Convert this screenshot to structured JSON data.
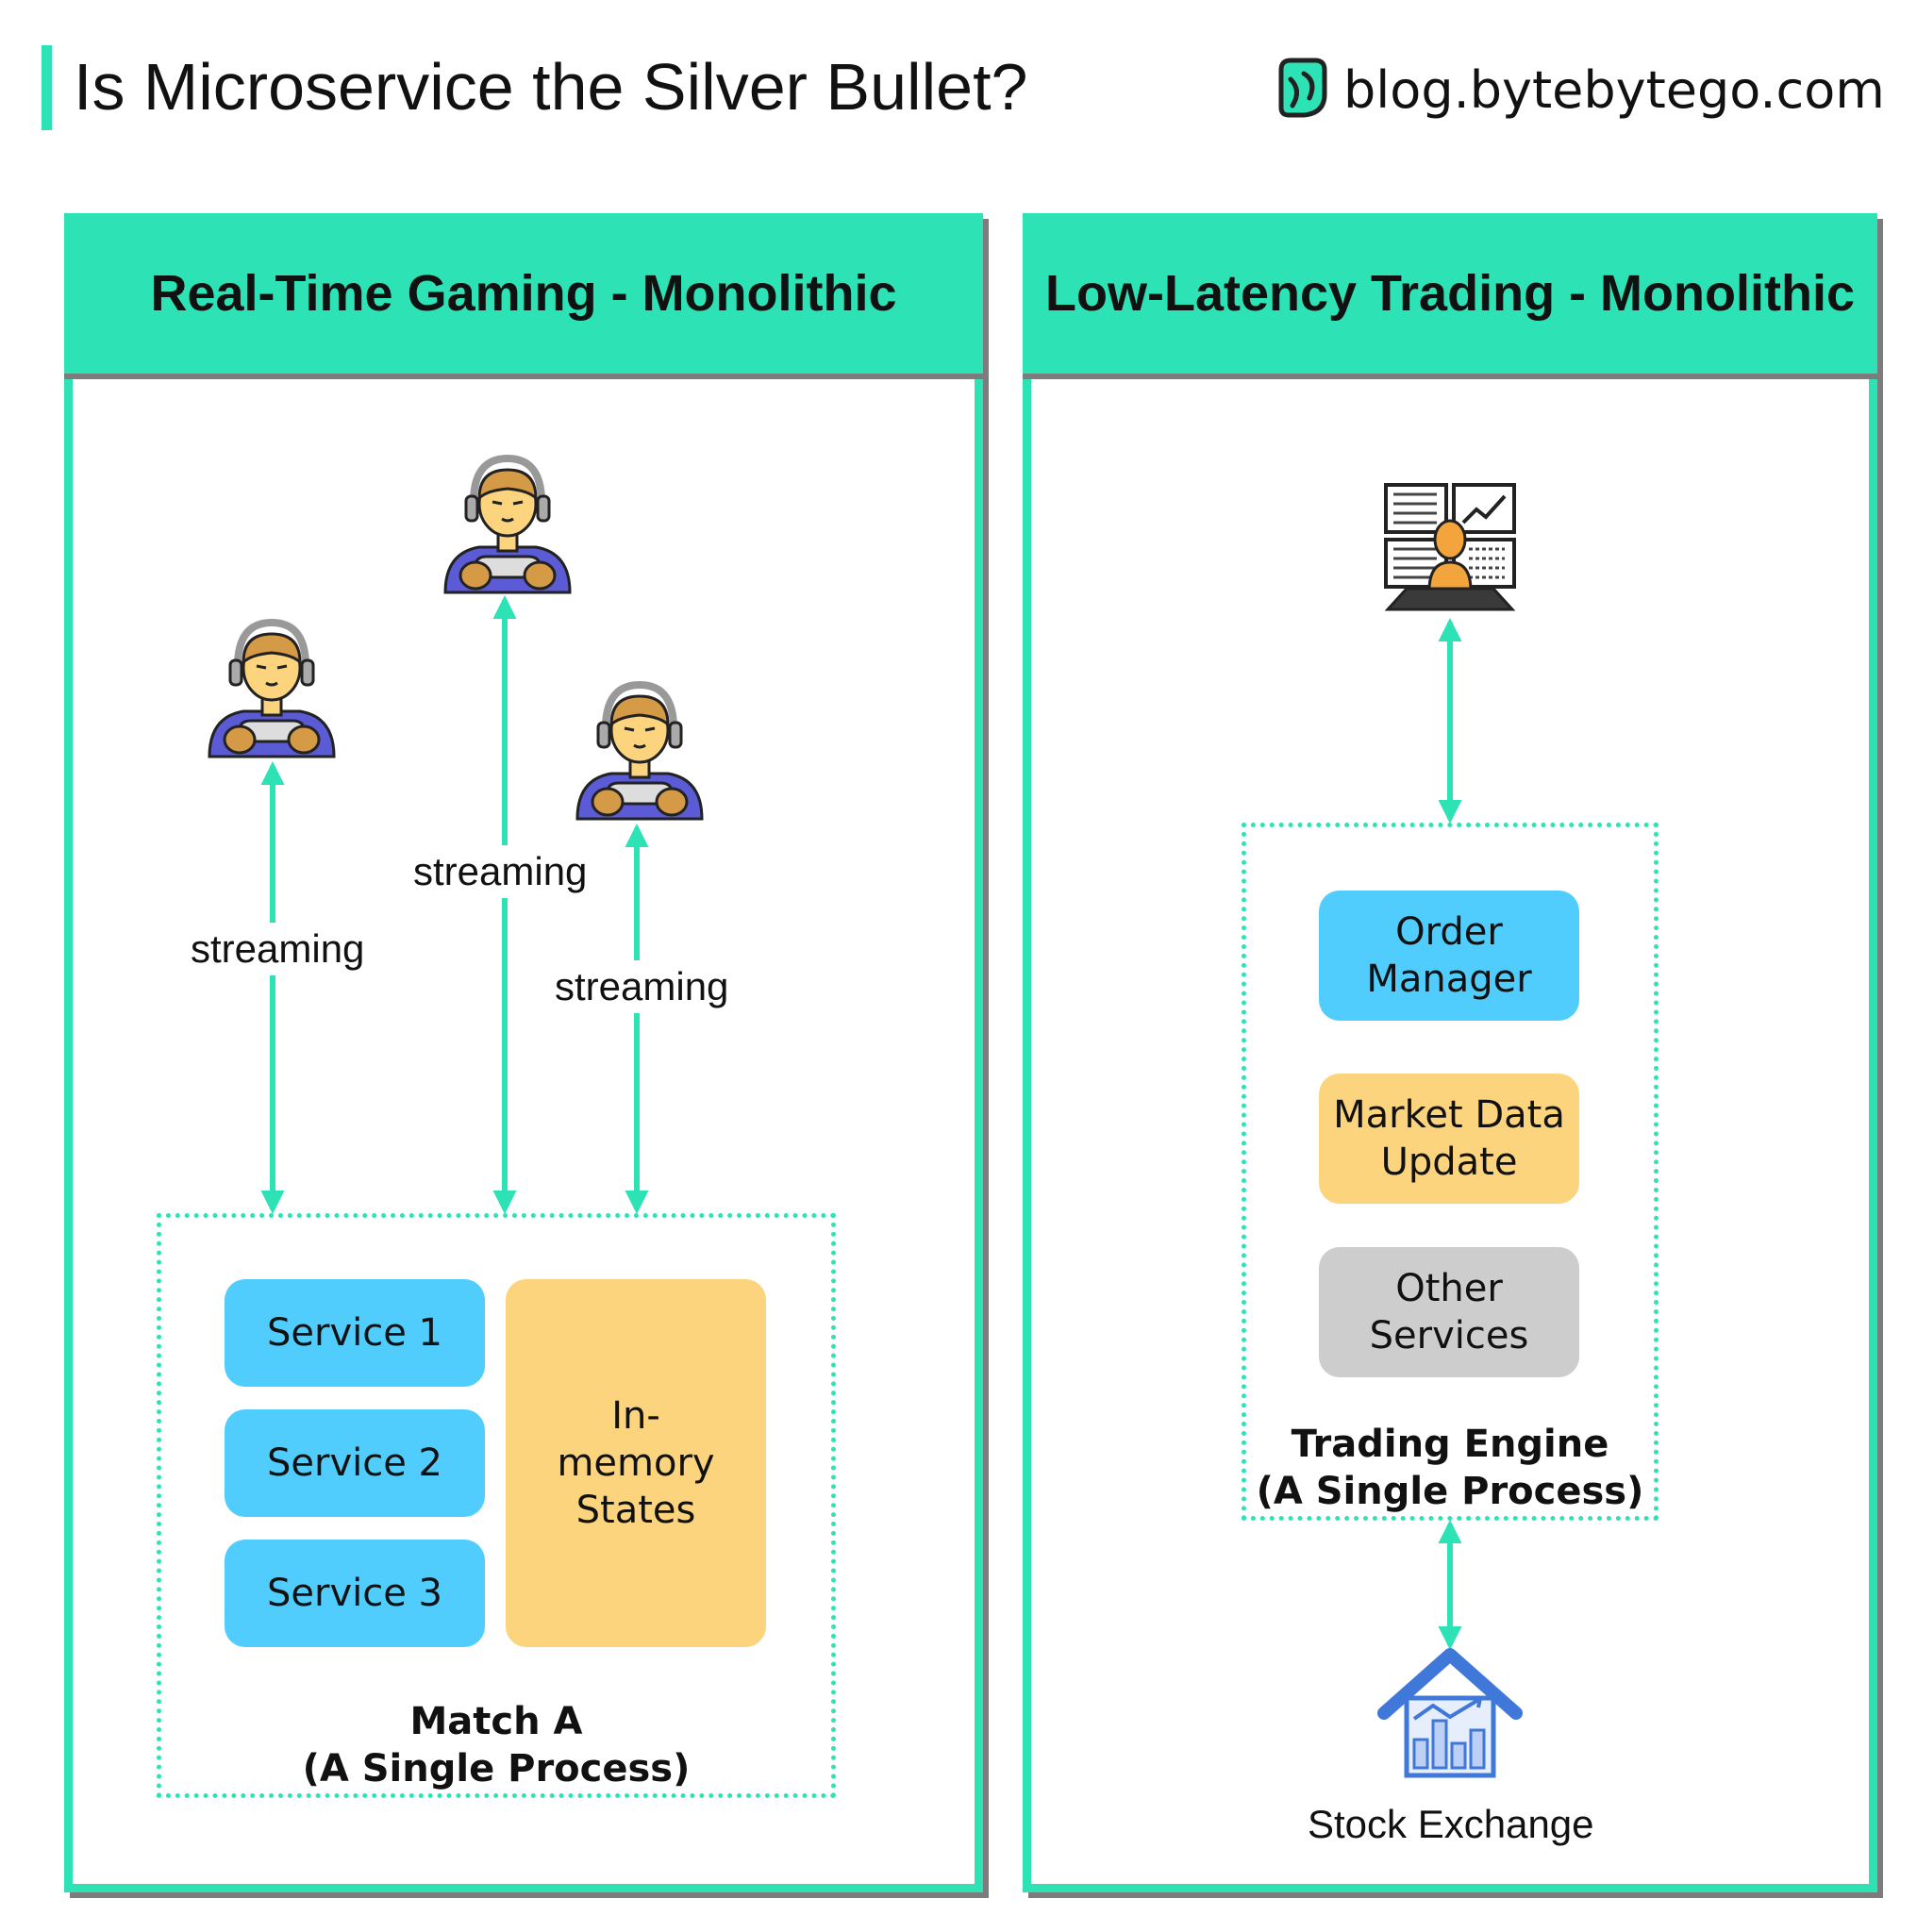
{
  "header": {
    "title": "Is Microservice the Silver Bullet?",
    "brand": "blog.bytebytego.com"
  },
  "gaming": {
    "title": "Real-Time Gaming - Monolithic",
    "stream_labels": [
      "streaming",
      "streaming",
      "streaming"
    ],
    "services": [
      "Service 1",
      "Service 2",
      "Service 3"
    ],
    "state_box": "In-memory States",
    "caption_line1": "Match A",
    "caption_line2": "(A Single Process)"
  },
  "trading": {
    "title": "Low-Latency Trading - Monolithic",
    "services": [
      "Order Manager",
      "Market Data Update",
      "Other Services"
    ],
    "caption_line1": "Trading Engine",
    "caption_line2": "(A Single Process)",
    "exchange_label": "Stock Exchange"
  },
  "colors": {
    "accent": "#2de3b5",
    "blue_box": "#51cdfd",
    "yellow_box": "#fcd47e",
    "gray_box": "#cdcdcd",
    "gamer_shirt": "#5b5bd6",
    "exchange_blue": "#3f78d8"
  },
  "icons": [
    "gamer-icon",
    "trader-icon",
    "stock-exchange-icon",
    "brand-logo-icon"
  ]
}
